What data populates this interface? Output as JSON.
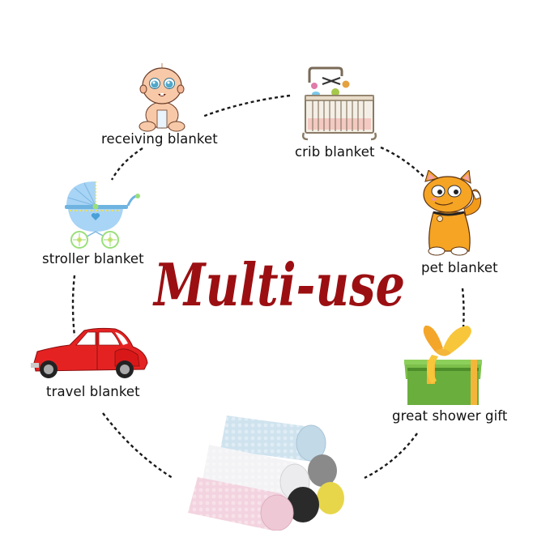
{
  "title": {
    "text": "Multi-use",
    "color": "#9b0f12"
  },
  "uses": [
    {
      "label": "receiving blanket",
      "icon": "baby-icon"
    },
    {
      "label": "crib blanket",
      "icon": "crib-icon"
    },
    {
      "label": "pet blanket",
      "icon": "cat-icon"
    },
    {
      "label": "great shower gift",
      "icon": "gift-box-icon"
    },
    {
      "label": "travel blanket",
      "icon": "red-car-icon"
    },
    {
      "label": "stroller blanket",
      "icon": "stroller-icon"
    }
  ],
  "product": {
    "icon": "rolled-blankets-icon",
    "colors": [
      "#cfe3ef",
      "#f3f3f5",
      "#f3d3df",
      "#8a8a8a",
      "#2a2a2a",
      "#e7d64a"
    ]
  }
}
